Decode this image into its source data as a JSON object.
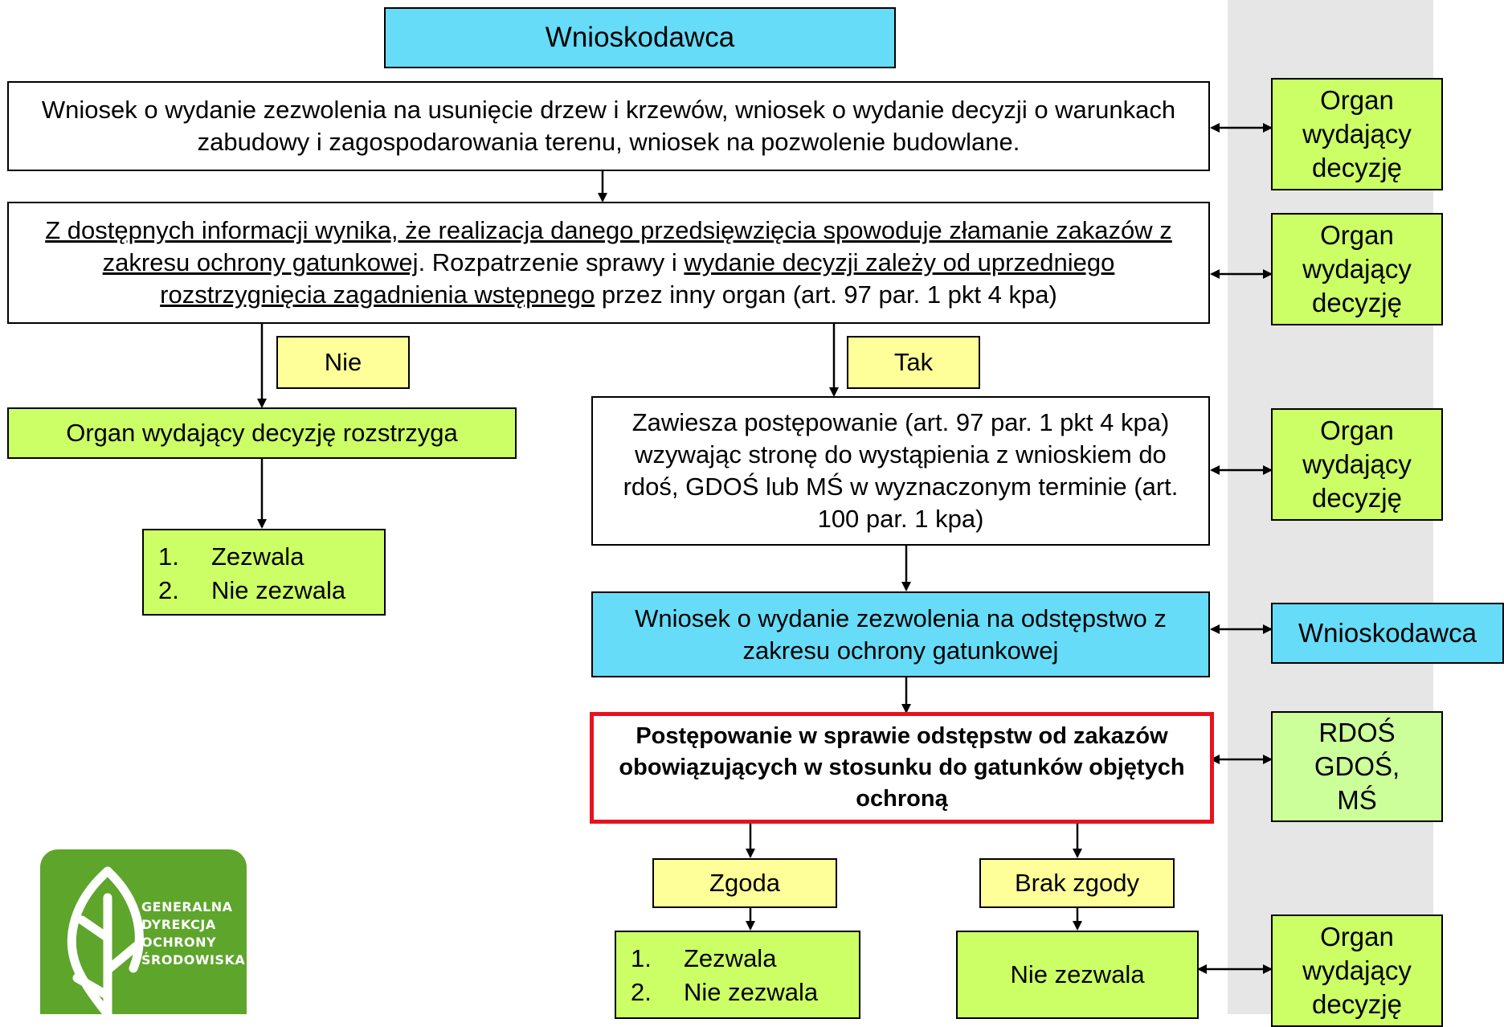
{
  "top": {
    "applicant": "Wnioskodawca"
  },
  "request": {
    "text": "Wniosek o wydanie zezwolenia na usunięcie drzew i krzewów, wniosek o wydanie decyzji o warunkach zabudowy i zagospodarowania terenu, wniosek na pozwolenie budowlane."
  },
  "question": {
    "u1": "Z dostępnych informacji wynika, że realizacja danego przedsięwzięcia spowoduje złamanie zakazów z zakresu ochrony gatunkowej",
    "t1": ". Rozpatrzenie sprawy i ",
    "u2": "wydanie decyzji zależy od uprzedniego rozstrzygnięcia zagadnienia wstępnego",
    "t2": " przez inny organ (art. 97 par. 1 pkt 4 kpa)"
  },
  "branches": {
    "no": "Nie",
    "yes": "Tak"
  },
  "left": {
    "resolves": "Organ wydający decyzję rozstrzyga",
    "list": [
      {
        "num": "1.",
        "text": "Zezwala"
      },
      {
        "num": "2.",
        "text": "Nie zezwala"
      }
    ]
  },
  "right": {
    "suspend": "Zawiesza postępowanie (art. 97 par. 1 pkt 4 kpa) wzywając stronę do wystąpienia z wnioskiem do rdoś, GDOŚ lub MŚ w wyznaczonym terminie (art. 100 par. 1 kpa)",
    "derogation_request": "Wniosek o wydanie zezwolenia na odstępstwo z zakresu ochrony gatunkowej",
    "proceeding": "Postępowanie w sprawie odstępstw od zakazów obowiązujących w stosunku do gatunków objętych ochroną",
    "consent": "Zgoda",
    "no_consent": "Brak zgody",
    "consent_list": [
      {
        "num": "1.",
        "text": "Zezwala"
      },
      {
        "num": "2.",
        "text": "Nie zezwala"
      }
    ],
    "denies": "Nie zezwala"
  },
  "side": {
    "organ1": "Organ wydający decyzję",
    "organ2": "Organ wydający decyzję",
    "organ3": "Organ wydający decyzję",
    "applicant": "Wnioskodawca",
    "authorities": "RDOŚ GDOŚ, MŚ",
    "organ4": "Organ wydający decyzję"
  },
  "logo": {
    "line1": "GENERALNA",
    "line2": "DYREKCJA",
    "line3": "OCHRONY",
    "line4": "ŚRODOWISKA"
  },
  "colors": {
    "cyan": "#66dcf8",
    "green": "#ccff66",
    "light_green": "#ccff99",
    "yellow": "#ffff99",
    "red_border": "#e8121c",
    "logo_green": "#5ea52c",
    "band": "#e6e6e6"
  }
}
